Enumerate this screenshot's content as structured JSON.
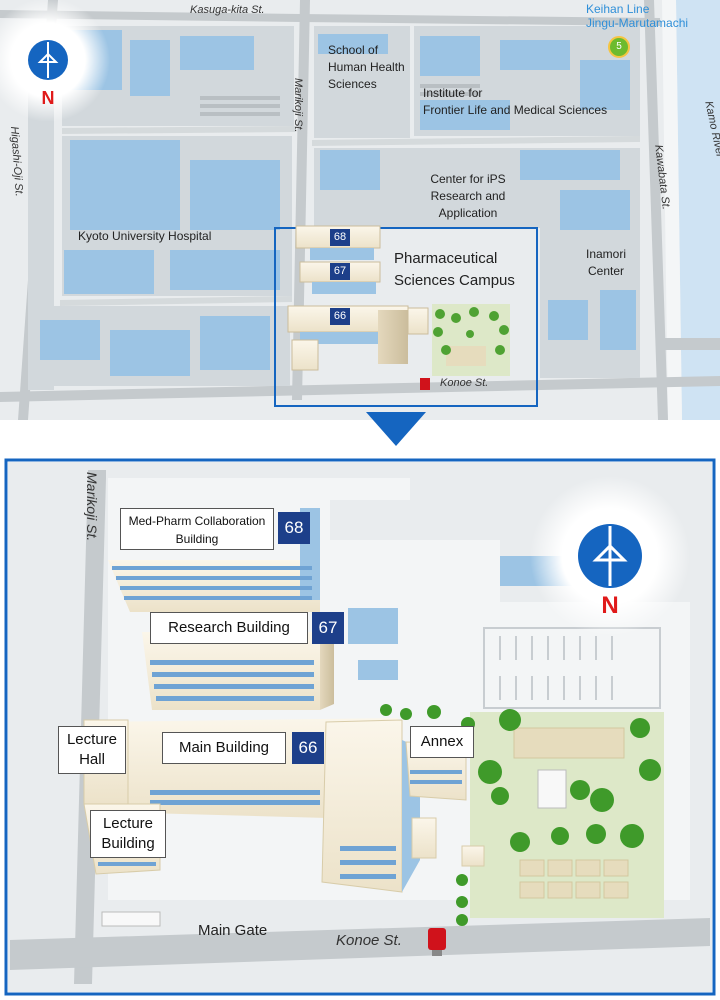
{
  "overview": {
    "streets": {
      "kasuga_kita": "Kasuga-kita St.",
      "higashi_oji": "Higashi-Oji St.",
      "marikoji": "Marikoji St.",
      "kawabata": "Kawabata St.",
      "konoe": "Konoe St.",
      "kamo_river": "Kamo River"
    },
    "places": {
      "school_health": [
        "School of",
        "Human Health",
        "Sciences"
      ],
      "frontier": [
        "Institute for",
        "Frontier Life and Medical Sciences"
      ],
      "ips": [
        "Center for iPS",
        "Research and",
        "Application"
      ],
      "hospital": "Kyoto University Hospital",
      "pharma": [
        "Pharmaceutical",
        "Sciences Campus"
      ],
      "inamori": [
        "Inamori",
        "Center"
      ]
    },
    "station": {
      "line": "Keihan Line",
      "name": "Jingu-Marutamachi",
      "number": "5"
    },
    "building_numbers": [
      "68",
      "67",
      "66"
    ],
    "north": "N"
  },
  "detail": {
    "streets": {
      "marikoji": "Marikoji St.",
      "konoe": "Konoe St."
    },
    "main_gate": "Main Gate",
    "buildings": {
      "med_pharm": [
        "Med-Pharm Collaboration",
        "Building"
      ],
      "research": "Research Building",
      "main": "Main Building",
      "lecture_hall": [
        "Lecture",
        "Hall"
      ],
      "lecture_building": [
        "Lecture",
        "Building"
      ],
      "annex": "Annex"
    },
    "numbers": {
      "med_pharm": "68",
      "research": "67",
      "main": "66"
    },
    "north": "N"
  },
  "colors": {
    "frame_blue": "#1565c0",
    "tag_navy": "#1d3f8a",
    "north_red": "#e01a1a",
    "river": "#cfe3f3",
    "building_blue": "#9cc4e4"
  }
}
